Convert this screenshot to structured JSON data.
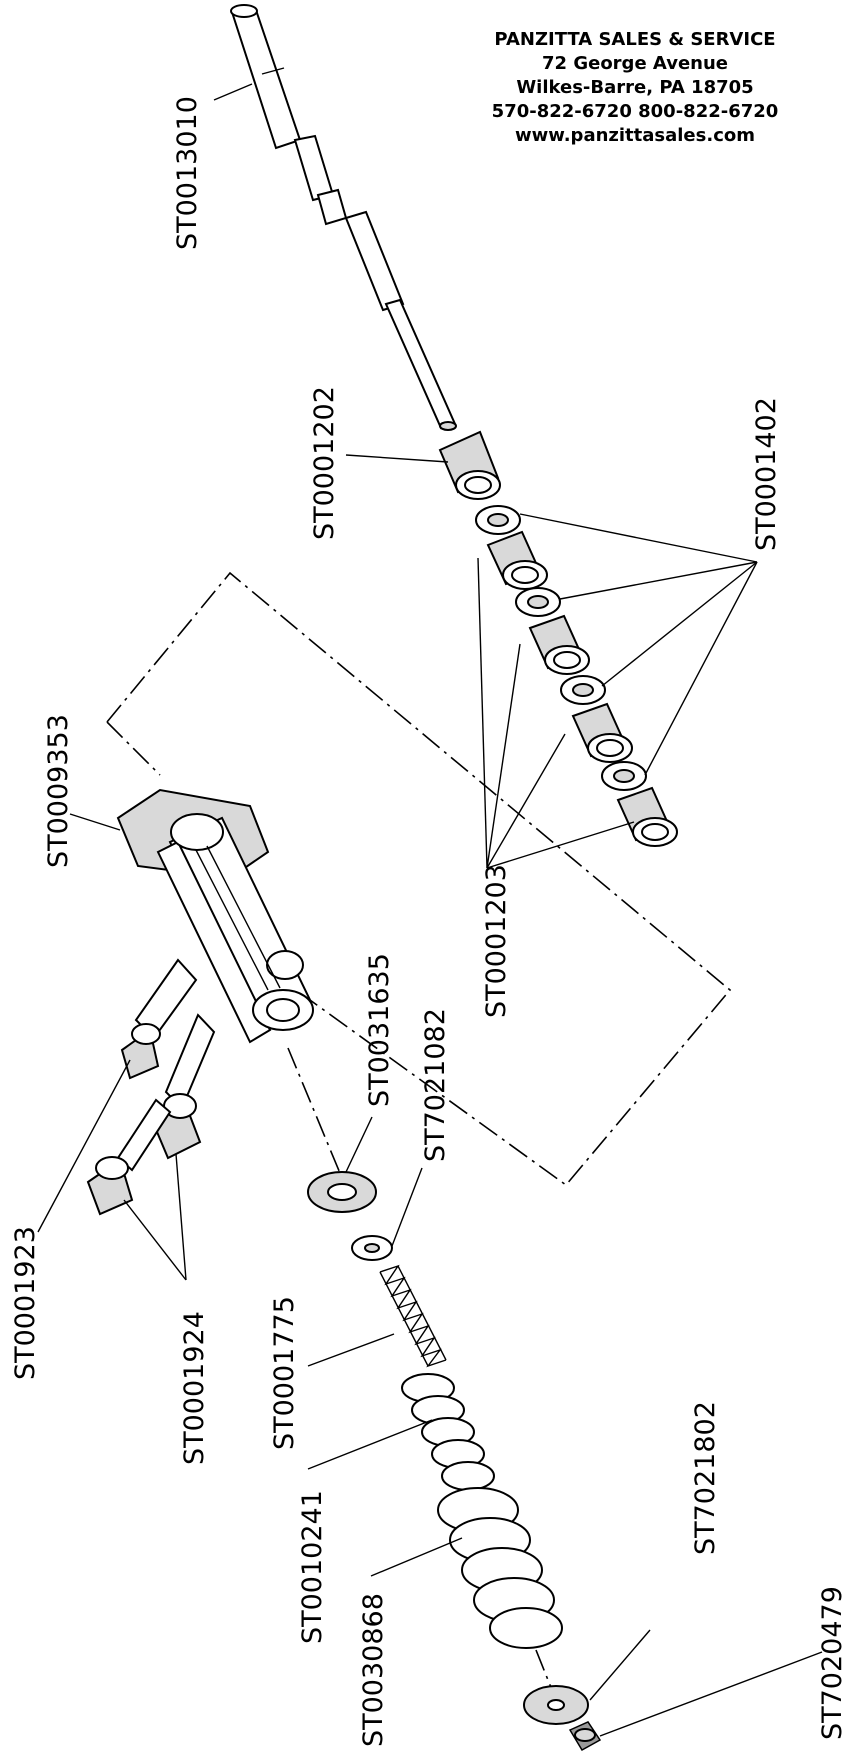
{
  "company": {
    "name": "PANZITTA SALES & SERVICE",
    "street": "72 George Avenue",
    "city": "Wilkes-Barre, PA 18705",
    "phone": "570-822-6720    800-822-6720",
    "website": "www.panzittasales.com"
  },
  "parts": {
    "p_st0013010": "ST0013010",
    "p_st0001202": "ST0001202",
    "p_st0001402": "ST0001402",
    "p_st0009353": "ST0009353",
    "p_st0001203": "ST0001203",
    "p_st0031635": "ST0031635",
    "p_st7021082": "ST7021082",
    "p_st0001923": "ST0001923",
    "p_st0001924": "ST0001924",
    "p_st0001775": "ST0001775",
    "p_st0010241": "ST0010241",
    "p_st0030868": "ST0030868",
    "p_st7021802": "ST7021802",
    "p_st7020479": "ST7020479"
  }
}
